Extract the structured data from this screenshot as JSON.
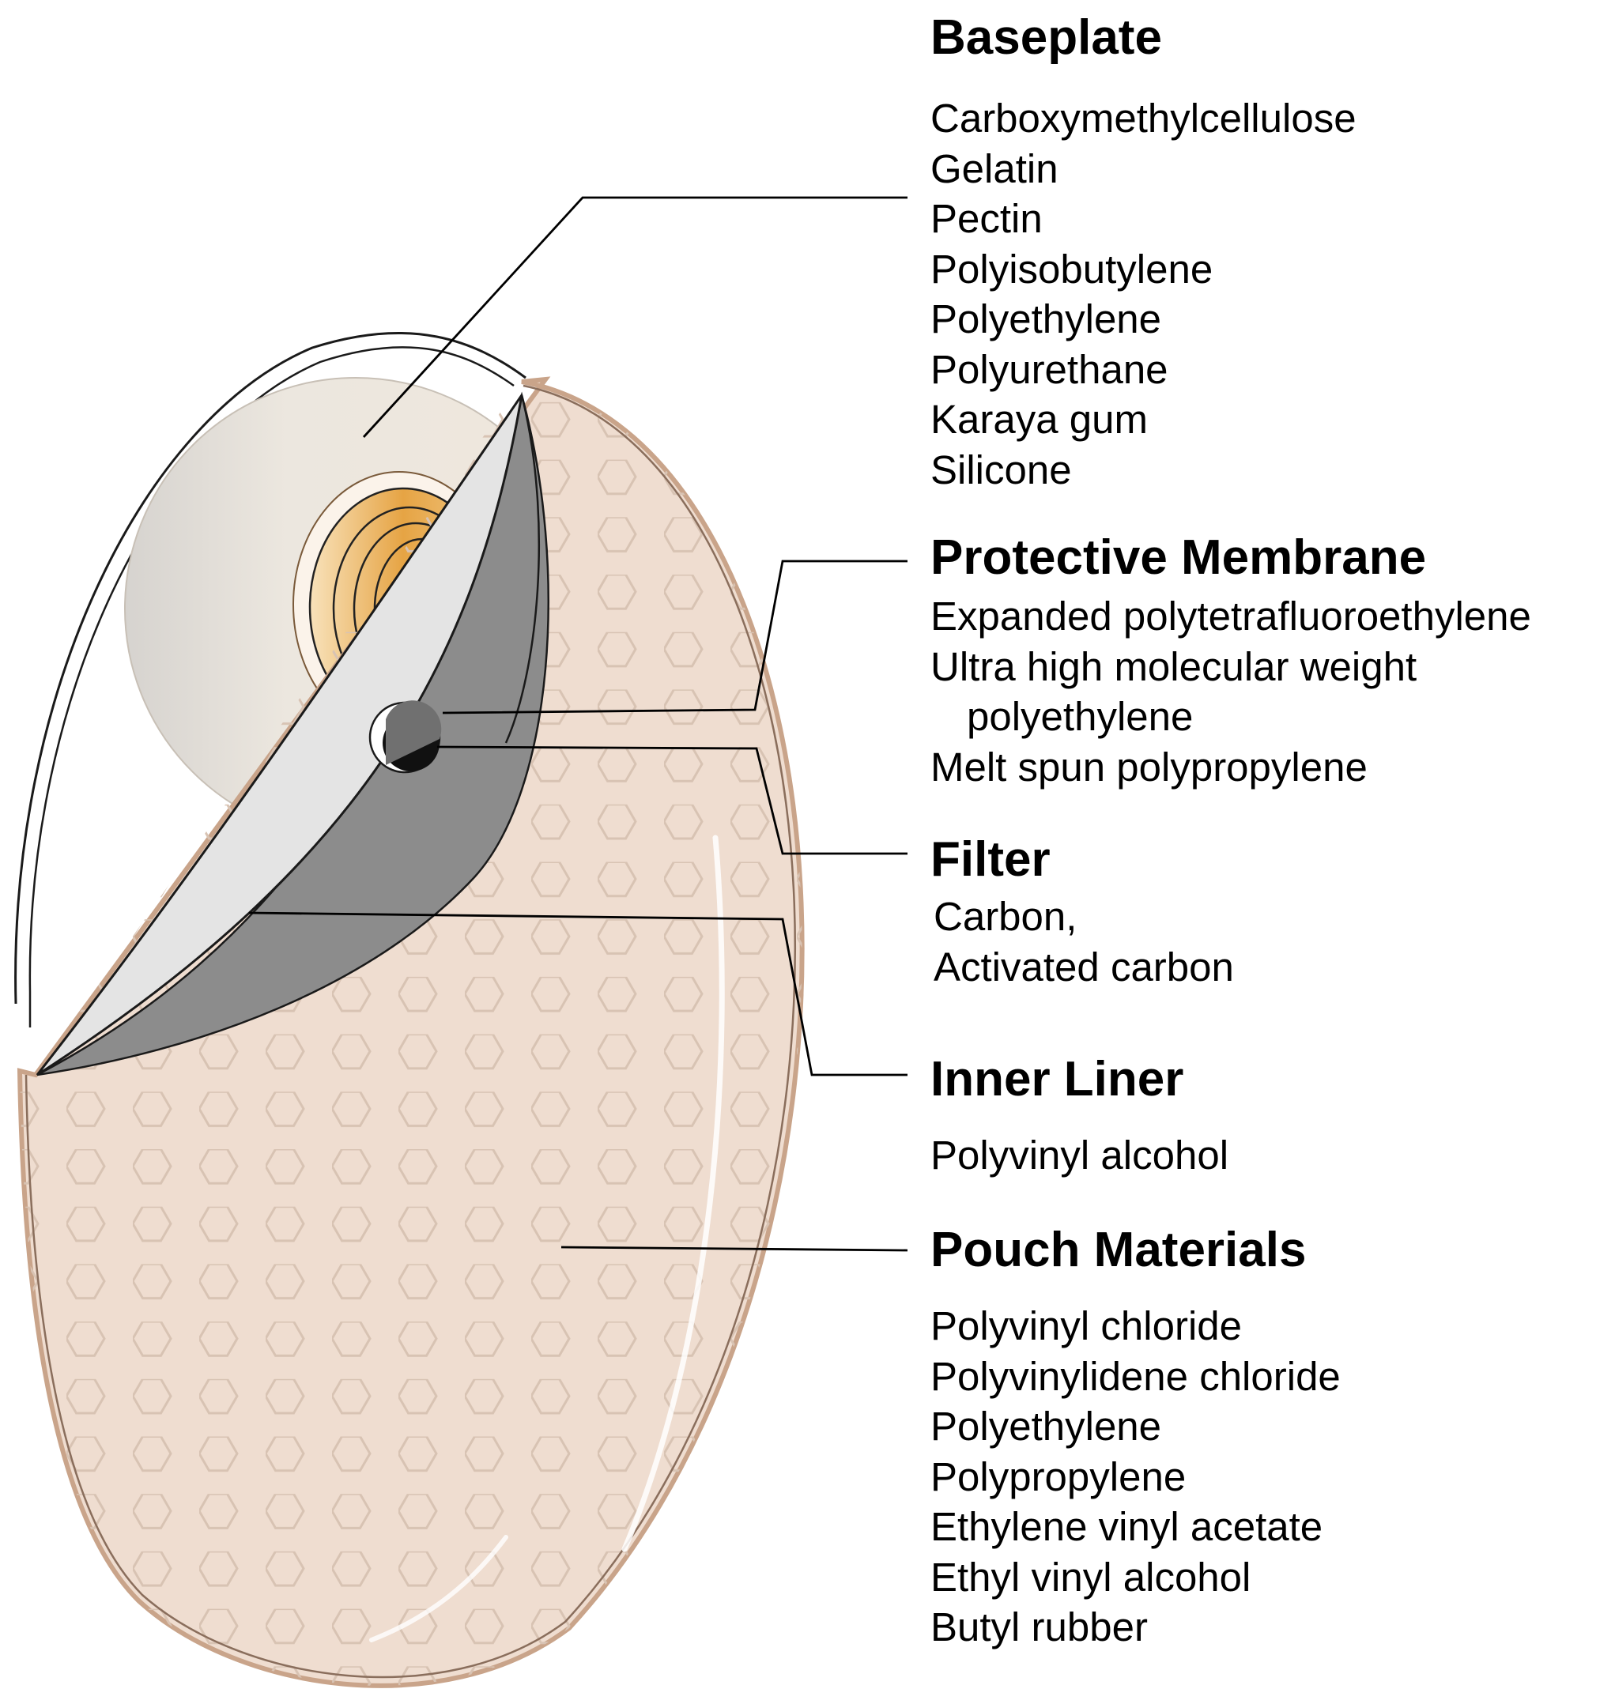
{
  "labels": [
    {
      "id": "baseplate",
      "title": "Baseplate",
      "items": [
        "Carboxymethylcellulose",
        "Gelatin",
        "Pectin",
        "Polyisobutylene",
        "Polyethylene",
        "Polyurethane",
        "Karaya gum",
        "Silicone"
      ]
    },
    {
      "id": "protective-membrane",
      "title": "Protective Membrane",
      "items": [
        "Expanded polytetrafluoroethylene",
        "Ultra high molecular weight",
        "polyethylene",
        "Melt spun polypropylene"
      ]
    },
    {
      "id": "filter",
      "title": "Filter",
      "items": [
        "Carbon,",
        "Activated carbon"
      ]
    },
    {
      "id": "inner-liner",
      "title": "Inner Liner",
      "items": [
        "Polyvinyl alcohol"
      ]
    },
    {
      "id": "pouch-materials",
      "title": "Pouch Materials",
      "items": [
        "Polyvinyl chloride",
        "Polyvinylidene chloride",
        "Polyethylene",
        "Polypropylene",
        "Ethylene vinyl acetate",
        "Ethyl vinyl alcohol",
        "Butyl rubber"
      ]
    }
  ],
  "colors": {
    "pouch_fill": "#efddd0",
    "pouch_edge": "#c9a48a",
    "baseplate_fill": "#e6e2dc",
    "stoma_ring": "#e8a948",
    "liner_fill": "#e4e4e4",
    "liner_shadow": "#8c8c8c",
    "filter_fill": "#111111",
    "leader_line": "#000000"
  }
}
